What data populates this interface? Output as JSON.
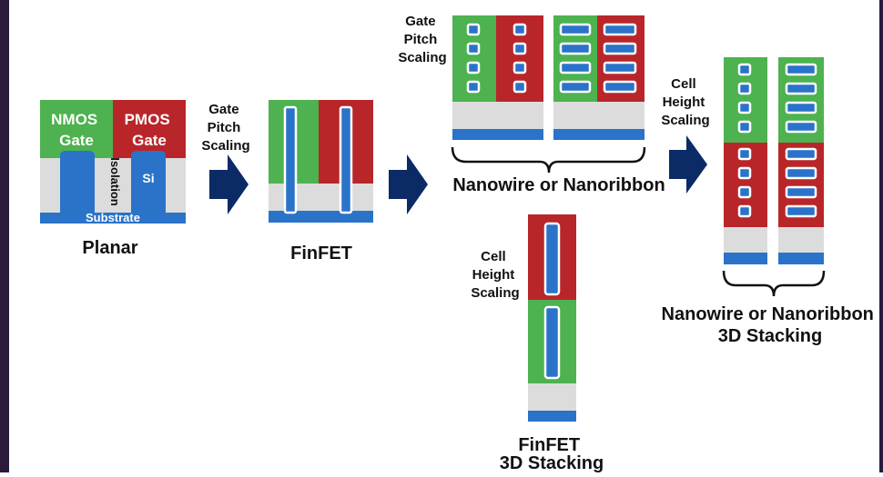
{
  "colors": {
    "nmos_green": "#4db24f",
    "pmos_red": "#b9262a",
    "channel_blue": "#2a73c9",
    "isolation_gray": "#dcdcdc",
    "arrow_navy": "#0b2a66"
  },
  "planar": {
    "nmos_gate": "NMOS\nGate",
    "pmos_gate": "PMOS\nGate",
    "isolation": "Isolation",
    "si": "Si",
    "substrate": "Substrate",
    "caption": "Planar"
  },
  "finfet": {
    "caption": "FinFET"
  },
  "arrow_gate_pitch_1": {
    "label": "Gate\nPitch\nScaling",
    "icon": "arrow-right-icon"
  },
  "arrow_gate_pitch_2": {
    "icon": "arrow-right-icon"
  },
  "nanowire": {
    "label_top": "Gate\nPitch\nScaling",
    "caption": "Nanowire or Nanoribbon"
  },
  "arrow_cell_height": {
    "label": "Cell\nHeight\nScaling",
    "icon": "arrow-right-icon"
  },
  "nanowire_3d": {
    "caption": "Nanowire or Nanoribbon\n3D Stacking"
  },
  "finfet_3d": {
    "label": "Cell\nHeight\nScaling",
    "caption": "FinFET\n3D Stacking"
  }
}
